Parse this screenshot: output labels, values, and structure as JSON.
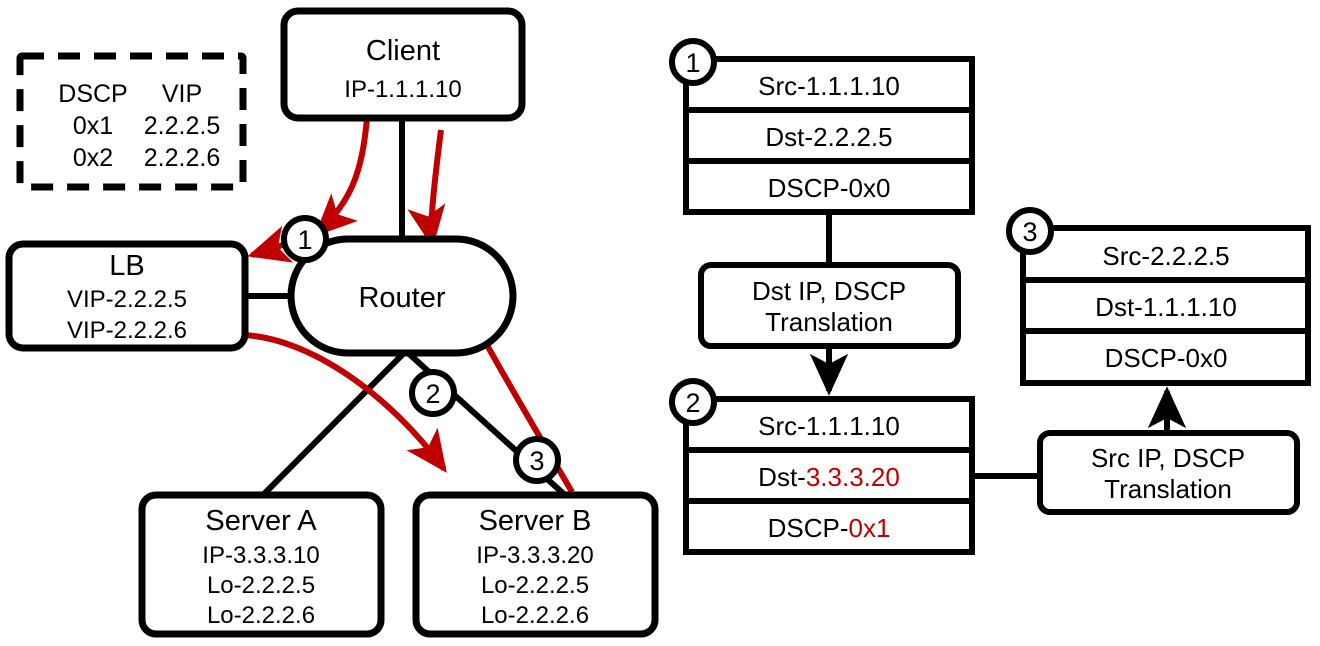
{
  "colors": {
    "line": "#000000",
    "red": "#C00000",
    "background": "#ffffff"
  },
  "legend": {
    "header": {
      "col1": "DSCP",
      "col2": "VIP"
    },
    "rows": [
      {
        "dscp": "0x1",
        "vip": "2.2.2.5"
      },
      {
        "dscp": "0x2",
        "vip": "2.2.2.6"
      }
    ]
  },
  "topology": {
    "client": {
      "title": "Client",
      "lines": [
        "IP-1.1.1.10"
      ]
    },
    "router": {
      "title": "Router"
    },
    "lb": {
      "title": "LB",
      "lines": [
        "VIP-2.2.2.5",
        "VIP-2.2.2.6"
      ]
    },
    "server_a": {
      "title": "Server A",
      "lines": [
        "IP-3.3.3.10",
        "Lo-2.2.2.5",
        "Lo-2.2.2.6"
      ]
    },
    "server_b": {
      "title": "Server B",
      "lines": [
        "IP-3.3.3.20",
        "Lo-2.2.2.5",
        "Lo-2.2.2.6"
      ]
    },
    "step_markers": [
      {
        "label": "1"
      },
      {
        "label": "2"
      },
      {
        "label": "3"
      }
    ]
  },
  "packets": [
    {
      "marker": "1",
      "rows": [
        {
          "label": "Src-",
          "value": "1.1.1.10",
          "highlight": false
        },
        {
          "label": "Dst-",
          "value": "2.2.2.5",
          "highlight": false
        },
        {
          "label": "DSCP-",
          "value": "0x0",
          "highlight": false
        }
      ]
    },
    {
      "marker": "2",
      "rows": [
        {
          "label": "Src-",
          "value": "1.1.1.10",
          "highlight": false
        },
        {
          "label": "Dst-",
          "value": "3.3.3.20",
          "highlight": true
        },
        {
          "label": "DSCP-",
          "value": "0x1",
          "highlight": true
        }
      ]
    },
    {
      "marker": "3",
      "rows": [
        {
          "label": "Src-",
          "value": "2.2.2.5",
          "highlight": false
        },
        {
          "label": "Dst-",
          "value": "1.1.1.10",
          "highlight": false
        },
        {
          "label": "DSCP-",
          "value": "0x0",
          "highlight": false
        }
      ]
    }
  ],
  "translations": [
    {
      "line1": "Dst IP, DSCP",
      "line2": "Translation"
    },
    {
      "line1": "Src IP, DSCP",
      "line2": "Translation"
    }
  ]
}
